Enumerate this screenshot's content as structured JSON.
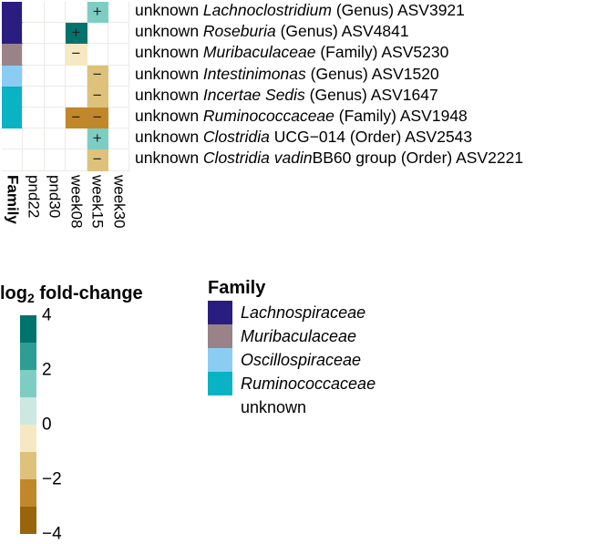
{
  "chart_data": {
    "type": "heatmap",
    "title": "",
    "xlabel": "",
    "ylabel": "",
    "grid": true,
    "columns": [
      "Family",
      "pnd22",
      "pnd30",
      "week08",
      "week15",
      "week30"
    ],
    "timepoint_columns": [
      "pnd22",
      "pnd30",
      "week08",
      "week15",
      "week30"
    ],
    "rows": [
      {
        "label_prefix": "unknown",
        "taxon": "Lachnoclostridium",
        "rank": "(Genus)",
        "asv": "ASV3921",
        "family": "Lachnospiraceae",
        "family_color": "#2a1d80",
        "cells": [
          {
            "timepoint": "pnd22",
            "value": null,
            "symbol": "",
            "color": "#ffffff"
          },
          {
            "timepoint": "pnd30",
            "value": null,
            "symbol": "",
            "color": "#ffffff"
          },
          {
            "timepoint": "week08",
            "value": null,
            "symbol": "",
            "color": "#ffffff"
          },
          {
            "timepoint": "week15",
            "value": 1.6,
            "symbol": "+",
            "color": "#7ecdc2"
          },
          {
            "timepoint": "week30",
            "value": null,
            "symbol": "",
            "color": "#ffffff"
          }
        ]
      },
      {
        "label_prefix": "unknown",
        "taxon": "Roseburia",
        "rank": "(Genus)",
        "asv": "ASV4841",
        "family": "Lachnospiraceae",
        "family_color": "#2a1d80",
        "cells": [
          {
            "timepoint": "pnd22",
            "value": null,
            "symbol": "",
            "color": "#ffffff"
          },
          {
            "timepoint": "pnd30",
            "value": null,
            "symbol": "",
            "color": "#ffffff"
          },
          {
            "timepoint": "week08",
            "value": 3.8,
            "symbol": "+",
            "color": "#01736d"
          },
          {
            "timepoint": "week15",
            "value": null,
            "symbol": "",
            "color": "#ffffff"
          },
          {
            "timepoint": "week30",
            "value": null,
            "symbol": "",
            "color": "#ffffff"
          }
        ]
      },
      {
        "label_prefix": "unknown",
        "taxon": "Muribaculaceae",
        "rank": "(Family)",
        "asv": "ASV5230",
        "family": "Muribaculaceae",
        "family_color": "#9a8289",
        "cells": [
          {
            "timepoint": "pnd22",
            "value": null,
            "symbol": "",
            "color": "#ffffff"
          },
          {
            "timepoint": "pnd30",
            "value": null,
            "symbol": "",
            "color": "#ffffff"
          },
          {
            "timepoint": "week08",
            "value": -0.8,
            "symbol": "−",
            "color": "#f6e8c3"
          },
          {
            "timepoint": "week15",
            "value": null,
            "symbol": "",
            "color": "#ffffff"
          },
          {
            "timepoint": "week30",
            "value": null,
            "symbol": "",
            "color": "#ffffff"
          }
        ]
      },
      {
        "label_prefix": "unknown",
        "taxon": "Intestinimonas",
        "rank": "(Genus)",
        "asv": "ASV1520",
        "family": "Oscillospiraceae",
        "family_color": "#8bcdf2",
        "cells": [
          {
            "timepoint": "pnd22",
            "value": null,
            "symbol": "",
            "color": "#ffffff"
          },
          {
            "timepoint": "pnd30",
            "value": null,
            "symbol": "",
            "color": "#ffffff"
          },
          {
            "timepoint": "week08",
            "value": null,
            "symbol": "",
            "color": "#ffffff"
          },
          {
            "timepoint": "week15",
            "value": -1.8,
            "symbol": "−",
            "color": "#dec27b"
          },
          {
            "timepoint": "week30",
            "value": null,
            "symbol": "",
            "color": "#ffffff"
          }
        ]
      },
      {
        "label_prefix": "unknown",
        "taxon": "Incertae Sedis",
        "rank": "(Genus)",
        "asv": "ASV1647",
        "family": "Ruminococcaceae",
        "family_color": "#09b3c3",
        "cells": [
          {
            "timepoint": "pnd22",
            "value": null,
            "symbol": "",
            "color": "#ffffff"
          },
          {
            "timepoint": "pnd30",
            "value": null,
            "symbol": "",
            "color": "#ffffff"
          },
          {
            "timepoint": "week08",
            "value": null,
            "symbol": "",
            "color": "#ffffff"
          },
          {
            "timepoint": "week15",
            "value": -1.8,
            "symbol": "−",
            "color": "#dec27b"
          },
          {
            "timepoint": "week30",
            "value": null,
            "symbol": "",
            "color": "#ffffff"
          }
        ]
      },
      {
        "label_prefix": "unknown",
        "taxon": "Ruminococcaceae",
        "rank": "(Family)",
        "asv": "ASV1948",
        "family": "Ruminococcaceae",
        "family_color": "#09b3c3",
        "cells": [
          {
            "timepoint": "pnd22",
            "value": null,
            "symbol": "",
            "color": "#ffffff"
          },
          {
            "timepoint": "pnd30",
            "value": null,
            "symbol": "",
            "color": "#ffffff"
          },
          {
            "timepoint": "week08",
            "value": -2.8,
            "symbol": "−",
            "color": "#c0882b"
          },
          {
            "timepoint": "week15",
            "value": -2.8,
            "symbol": "−",
            "color": "#c0882b"
          },
          {
            "timepoint": "week30",
            "value": null,
            "symbol": "",
            "color": "#ffffff"
          }
        ]
      },
      {
        "label_prefix": "unknown",
        "taxon": "Clostridia",
        "rank": "(Order)",
        "taxon_suffix": "UCG−014",
        "asv": "ASV2543",
        "family": "unknown",
        "family_color": "#ffffff",
        "cells": [
          {
            "timepoint": "pnd22",
            "value": null,
            "symbol": "",
            "color": "#ffffff"
          },
          {
            "timepoint": "pnd30",
            "value": null,
            "symbol": "",
            "color": "#ffffff"
          },
          {
            "timepoint": "week08",
            "value": null,
            "symbol": "",
            "color": "#ffffff"
          },
          {
            "timepoint": "week15",
            "value": 1.6,
            "symbol": "+",
            "color": "#7ecdc2"
          },
          {
            "timepoint": "week30",
            "value": null,
            "symbol": "",
            "color": "#ffffff"
          }
        ]
      },
      {
        "label_prefix": "unknown",
        "taxon": "Clostridia vadin",
        "rank": "(Order)",
        "taxon_suffix": "BB60 group",
        "asv": "ASV2221",
        "family": "unknown",
        "family_color": "#ffffff",
        "cells": [
          {
            "timepoint": "pnd22",
            "value": null,
            "symbol": "",
            "color": "#ffffff"
          },
          {
            "timepoint": "pnd30",
            "value": null,
            "symbol": "",
            "color": "#ffffff"
          },
          {
            "timepoint": "week08",
            "value": null,
            "symbol": "",
            "color": "#ffffff"
          },
          {
            "timepoint": "week15",
            "value": -1.8,
            "symbol": "−",
            "color": "#dec27b"
          },
          {
            "timepoint": "week30",
            "value": null,
            "symbol": "",
            "color": "#ffffff"
          }
        ]
      }
    ],
    "colorbar": {
      "title_main": "log",
      "title_sub": "2",
      "title_rest": " fold-change",
      "ticks": [
        "4",
        "2",
        "0",
        "−2",
        "−4"
      ],
      "tick_values": [
        4,
        2,
        0,
        -2,
        -4
      ],
      "range": [
        -4,
        4
      ],
      "bands": [
        "#01736d",
        "#2e9d93",
        "#7ecdc2",
        "#cde7e1",
        "#f6e8c3",
        "#dec27b",
        "#c0882b",
        "#99650c"
      ]
    },
    "family_legend": {
      "title": "Family",
      "entries": [
        {
          "name": "Lachnospiraceae",
          "color": "#2a1d80",
          "italic": true
        },
        {
          "name": "Muribaculaceae",
          "color": "#9a8289",
          "italic": true
        },
        {
          "name": "Oscillospiraceae",
          "color": "#8bcdf2",
          "italic": true
        },
        {
          "name": "Ruminococcaceae",
          "color": "#09b3c3",
          "italic": true
        },
        {
          "name": "unknown",
          "color": "#ffffff",
          "italic": false
        }
      ]
    }
  },
  "row_labels": [
    "unknown Lachnoclostridium (Genus) ASV3921",
    "unknown Roseburia (Genus) ASV4841",
    "unknown Muribaculaceae (Family) ASV5230",
    "unknown Intestinimonas (Genus) ASV1520",
    "unknown Incertae Sedis (Genus) ASV1647",
    "unknown Ruminococcaceae (Family) ASV1948",
    "unknown Clostridia UCG−014 (Order) ASV2543",
    "unknown Clostridia vadinBB60 group (Order) ASV2221"
  ]
}
